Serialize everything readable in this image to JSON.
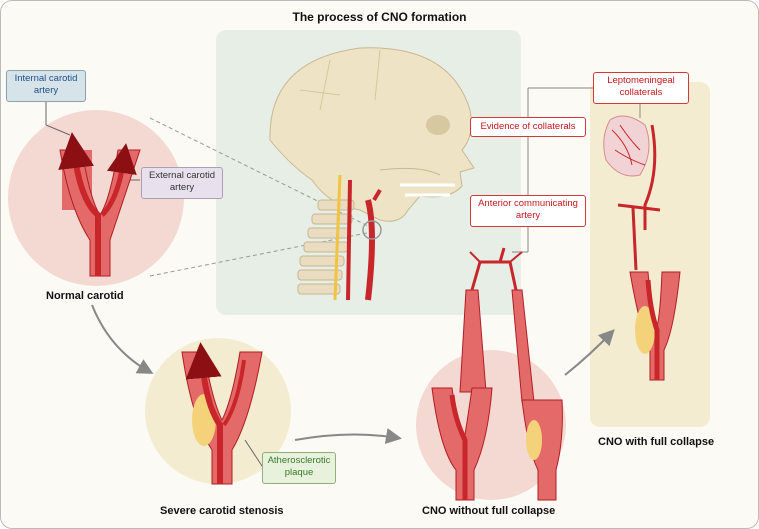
{
  "title": "The process of CNO formation",
  "labels": {
    "internal_carotid": "Internal carotid artery",
    "external_carotid": "External carotid artery",
    "atherosclerotic_plaque": "Atherosclerotic plaque",
    "evidence_collaterals": "Evidence of collaterals",
    "anterior_communicating": "Anterior communicating artery",
    "leptomeningeal": "Leptomeningeal collaterals"
  },
  "stages": {
    "normal": "Normal carotid",
    "severe": "Severe carotid stenosis",
    "without_collapse": "CNO without full collapse",
    "with_collapse": "CNO with full collapse"
  },
  "colors": {
    "artery": "#c8262b",
    "artery_light": "#e46a6a",
    "plaque": "#f3d27a",
    "head_panel": "#e6eee6",
    "beige_panel": "#f3ecd0",
    "pink_circle": "#f4d8d2",
    "callout_red": "#c4161c"
  }
}
